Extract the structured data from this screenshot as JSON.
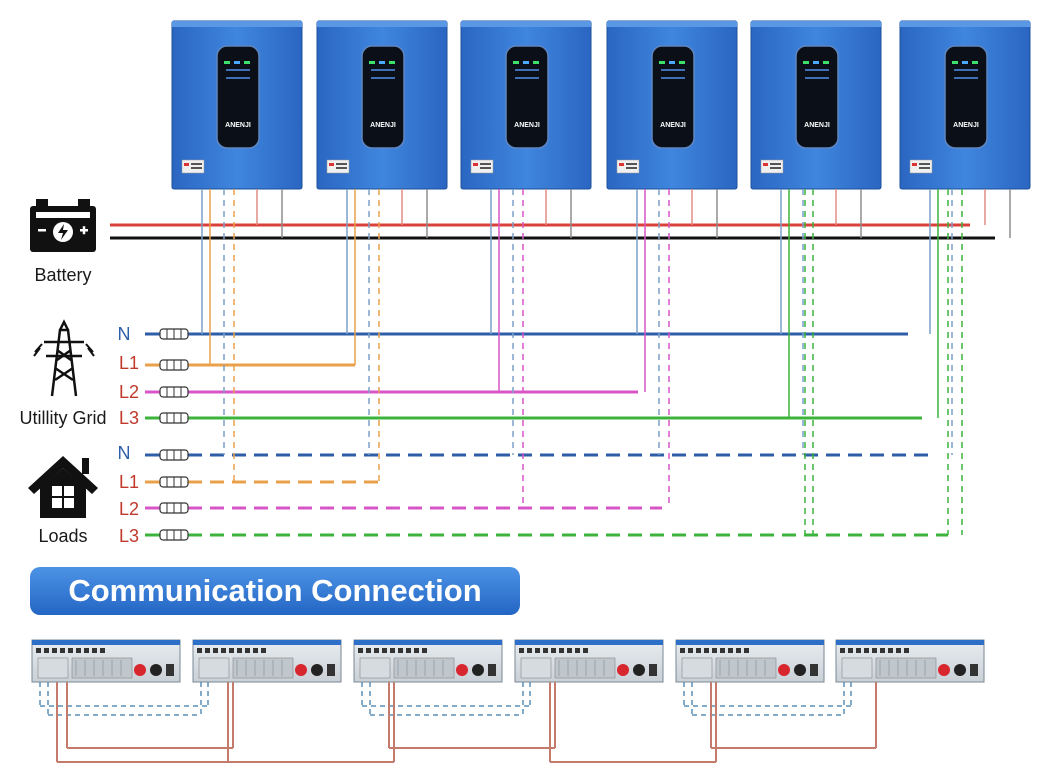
{
  "legend": {
    "battery": "Battery",
    "grid": "Utillity Grid",
    "loads": "Loads"
  },
  "grid_phases": [
    "N",
    "L1",
    "L2",
    "L3"
  ],
  "load_phases": [
    "N",
    "L1",
    "L2",
    "L3"
  ],
  "inverter_brand": "ANENJI",
  "inverter_count": 6,
  "banner": {
    "text": "Communication Connection"
  },
  "colors": {
    "inverter_body": "#2d74d0",
    "battery_positive": "#d9413a",
    "battery_negative": "#111111",
    "neutral": "#2e5ea8",
    "L1": "#e9a04a",
    "L2": "#d954c6",
    "L3": "#3cb43c",
    "comm_red": "#c57b6c",
    "comm_blue": "#5a8fb8",
    "banner": "#2e78d1"
  },
  "icons": [
    "battery-icon",
    "transmission-tower-icon",
    "house-icon",
    "connector-icon"
  ]
}
